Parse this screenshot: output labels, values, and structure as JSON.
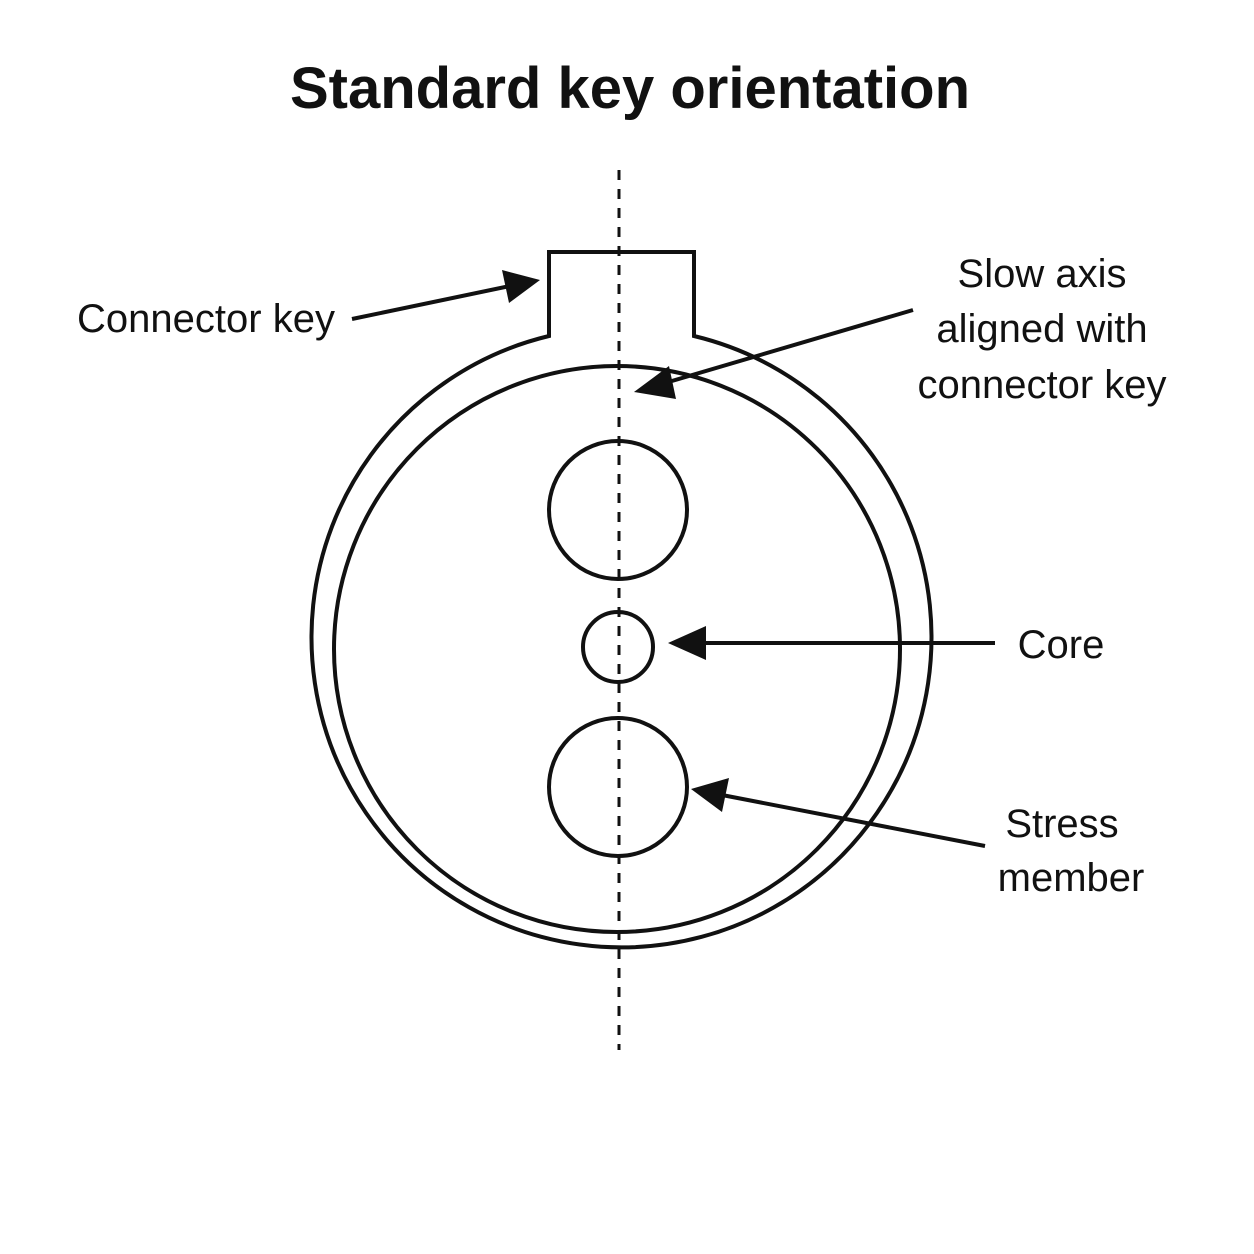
{
  "title": "Standard key orientation",
  "labels": {
    "connector_key": "Connector key",
    "slow_axis": [
      "Slow axis",
      "aligned with",
      "connector key"
    ],
    "core": "Core",
    "stress_member": [
      "Stress",
      "member"
    ]
  }
}
